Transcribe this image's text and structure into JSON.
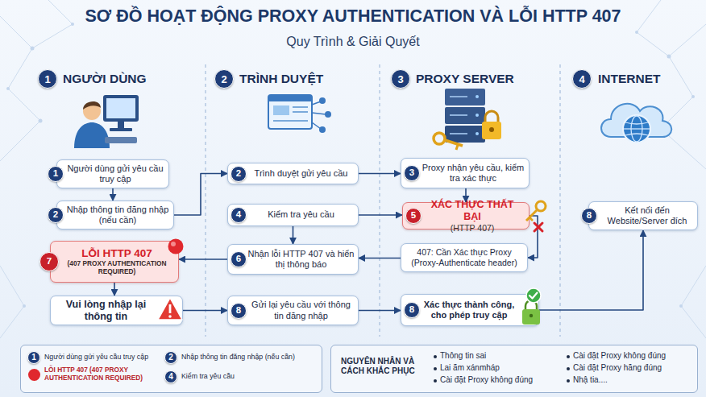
{
  "diagram": {
    "title": "SƠ ĐỒ HOẠT ĐỘNG PROXY AUTHENTICATION VÀ LỖI HTTP 407",
    "nodes": [
      {
        "text": [
          "Người dùng gửi yêu cầu truy cập"
        ]
      },
      {
        "text": [
          "Nhập thông tin đăng nhập (nếu cần)"
        ]
      },
      {
        "text": [
          "LỖI HTTP 407",
          "(407 PROXY AUTHENTICATION REQUIRED)"
        ]
      },
      {
        "text": [
          "Vui lòng nhập lại thông tin"
        ]
      },
      {
        "text": [
          "Trình duyệt gửi yêu cầu"
        ]
      },
      {
        "text": [
          "Kiểm tra yêu cầu"
        ]
      },
      {
        "text": [
          "Nhận lỗi HTTP 407 và hiển thị thông báo"
        ]
      },
      {
        "text": [
          "Gửi lại yêu cầu với thông tin đăng nhập"
        ]
      },
      {
        "text": [
          "Proxy nhận yêu cầu, kiểm tra xác thực"
        ]
      },
      {
        "text": [
          "XÁC THỰC THẤT BẠI",
          "(HTTP 407)"
        ]
      },
      {
        "text": [
          "407: Cần Xác thực Proxy (Proxy-Authenticate header)"
        ]
      },
      {
        "text": [
          "Xác thực thành công, cho phép truy cập"
        ]
      },
      {
        "text": [
          "Kết nối đến Website/Server đích"
        ]
      },
      {
        "text": [
          "NGUYÊN NHÂN VÀ CÁCH KHẮC PHỤC",
          "Thông tin sai",
          "Lai ãm xánmháp",
          "Cài đặt Proxy không đúng",
          "Cài đặt Proxy không đúng",
          "Cài đặt Proxy hăng đúng",
          "Nhậ tia...."
        ]
      }
    ],
    "edges": [
      {
        "from": 0,
        "to": 1,
        "arrow": "to"
      },
      {
        "from": 1,
        "to": 4,
        "arrow": "to"
      },
      {
        "from": 2,
        "to": 3,
        "arrow": "to"
      },
      {
        "from": 3,
        "to": 7,
        "arrow": "to"
      },
      {
        "from": 4,
        "to": 8,
        "arrow": "to"
      },
      {
        "from": 8,
        "to": 9,
        "arrow": "to"
      },
      {
        "from": 5,
        "to": 9,
        "arrow": "to"
      },
      {
        "from": 5,
        "to": 6,
        "arrow": "to"
      },
      {
        "from": 9,
        "to": 10,
        "arrow": "to"
      },
      {
        "from": 10,
        "to": 6,
        "arrow": "to"
      },
      {
        "from": 6,
        "to": 2,
        "arrow": "to"
      },
      {
        "from": 7,
        "to": 11,
        "arrow": "to"
      },
      {
        "from": 11,
        "to": 12,
        "arrow": "to"
      }
    ],
    "labels": [
      "Quy Trình & Giải Quyết",
      "1",
      "NGƯỜI DÙNG",
      "2",
      "TRÌNH DUYỆT",
      "3",
      "PROXY SERVER",
      "4",
      "INTERNET",
      "1",
      "2",
      "7",
      "2",
      "4",
      "6",
      "8",
      "3",
      "5",
      "8",
      "8",
      "1",
      "2",
      "4"
    ],
    "legend": [
      {
        "text": "Người dùng gửi yêu cầu truy cập"
      },
      {
        "text": "Nhập thông tin đăng nhập (nếu cần)"
      },
      {
        "text": "LỖI HTTP 407 (407 PROXY AUTHENTICATION REQUIRED)",
        "color": "#e0282e"
      },
      {
        "text": "Kiểm tra yêu cầu"
      }
    ]
  }
}
